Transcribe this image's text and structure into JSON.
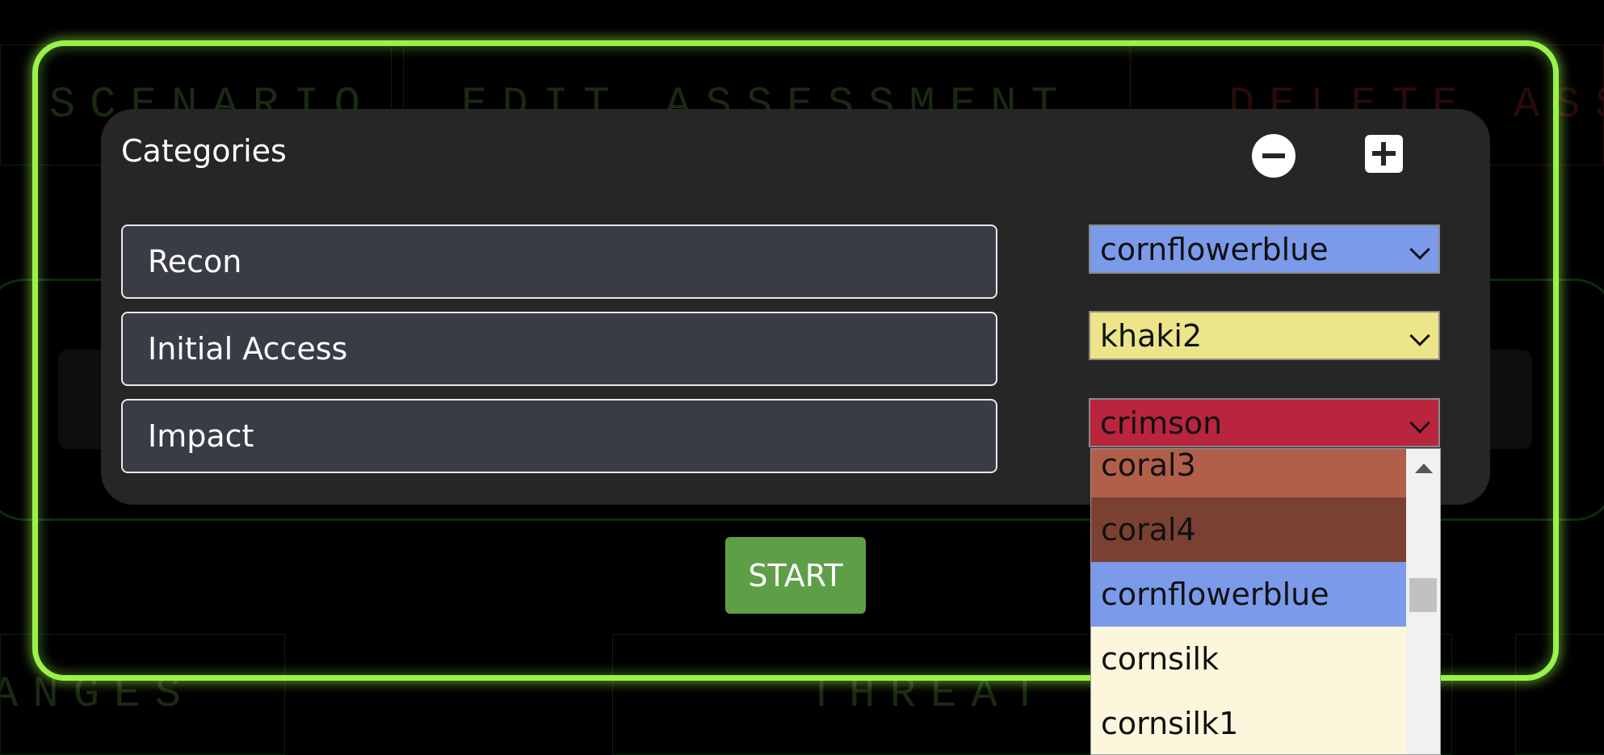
{
  "background": {
    "menu_top": [
      "SCENARIO",
      "EDIT ASSESSMENT",
      "DELETE ASSE"
    ],
    "menu_bottom": [
      "HANGES",
      "THREAT TREE"
    ]
  },
  "modal": {
    "title": "Categories",
    "remove_icon": "minus-circle-icon",
    "add_icon": "plus-square-icon",
    "categories": [
      {
        "name": "Recon",
        "color": "cornflowerblue",
        "hex": "#7b9aea"
      },
      {
        "name": "Initial Access",
        "color": "khaki2",
        "hex": "#ece58a"
      },
      {
        "name": "Impact",
        "color": "crimson",
        "hex": "#b8253d"
      }
    ]
  },
  "dropdown": {
    "options": [
      {
        "label": "coral3",
        "hex": "#b15f49"
      },
      {
        "label": "coral4",
        "hex": "#7a4133"
      },
      {
        "label": "cornflowerblue",
        "hex": "#7b9aea"
      },
      {
        "label": "cornsilk",
        "hex": "#fcf7dc"
      },
      {
        "label": "cornsilk1",
        "hex": "#fcf7dc"
      }
    ],
    "selected": "cornflowerblue"
  },
  "start_label": "START",
  "colors": {
    "frame_glow": "#99f24a",
    "modal_bg": "#262626",
    "input_bg": "#393c47",
    "start_button": "#5e9e47"
  }
}
